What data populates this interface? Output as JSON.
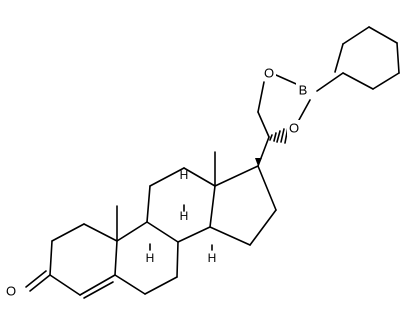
{
  "atoms": {
    "oxygen_ketone": "O",
    "oxygen_ring_top": "O",
    "oxygen_ring_bottom": "O",
    "boron": "B",
    "h_c9": "H",
    "h_c8": "H",
    "h_c14": "H",
    "h_c17": "H"
  }
}
